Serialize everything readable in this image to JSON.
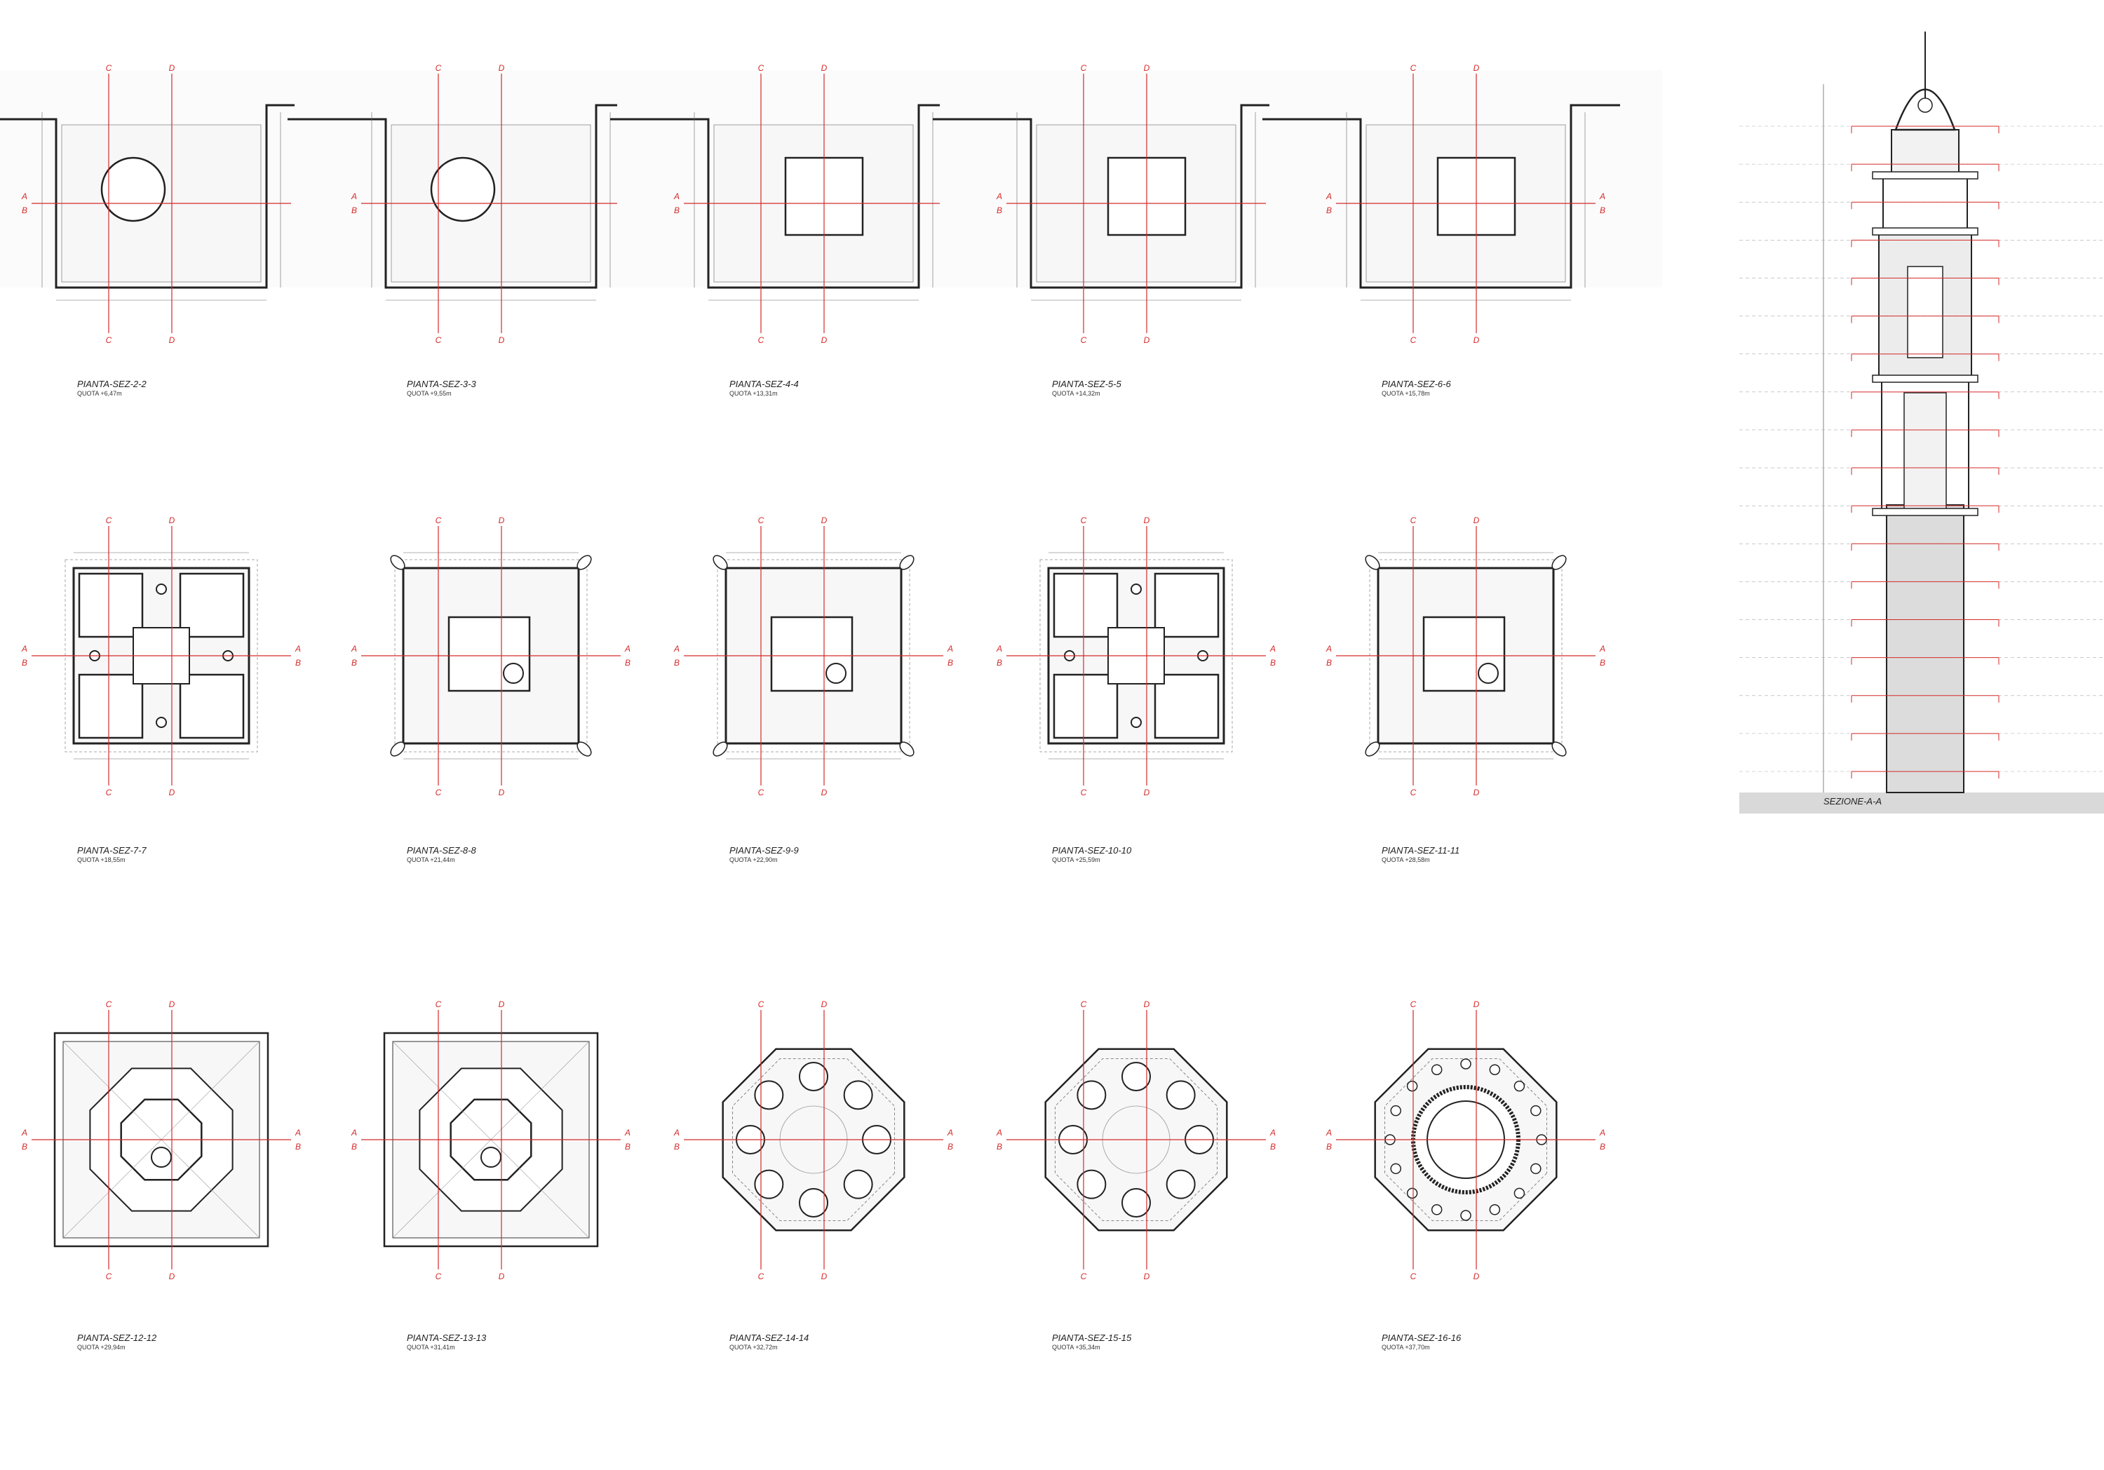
{
  "section_markers": {
    "a": "A",
    "b": "B",
    "c": "C",
    "d": "D"
  },
  "colors": {
    "section_line": "#d42a2a",
    "wall": "#222222",
    "fill": "#f7f7f7",
    "ground": "#d9d9d9"
  },
  "plans": [
    {
      "title": "PIANTA-SEZ-2-2",
      "quota": "QUOTA +6,47m",
      "shape": "roomcircle",
      "row": 0,
      "col": 0
    },
    {
      "title": "PIANTA-SEZ-3-3",
      "quota": "QUOTA +9,55m",
      "shape": "roomcircle",
      "row": 0,
      "col": 1
    },
    {
      "title": "PIANTA-SEZ-4-4",
      "quota": "QUOTA +13,31m",
      "shape": "roomsquare",
      "row": 0,
      "col": 2
    },
    {
      "title": "PIANTA-SEZ-5-5",
      "quota": "QUOTA +14,32m",
      "shape": "roomsquare",
      "row": 0,
      "col": 3
    },
    {
      "title": "PIANTA-SEZ-6-6",
      "quota": "QUOTA +15,78m",
      "shape": "roomsquare",
      "row": 0,
      "col": 4
    },
    {
      "title": "PIANTA-SEZ-7-7",
      "quota": "QUOTA +18,55m",
      "shape": "cross",
      "row": 1,
      "col": 0
    },
    {
      "title": "PIANTA-SEZ-8-8",
      "quota": "QUOTA +21,44m",
      "shape": "square",
      "row": 1,
      "col": 1
    },
    {
      "title": "PIANTA-SEZ-9-9",
      "quota": "QUOTA +22,90m",
      "shape": "square",
      "row": 1,
      "col": 2
    },
    {
      "title": "PIANTA-SEZ-10-10",
      "quota": "QUOTA +25,59m",
      "shape": "cross",
      "row": 1,
      "col": 3
    },
    {
      "title": "PIANTA-SEZ-11-11",
      "quota": "QUOTA +28,58m",
      "shape": "square",
      "row": 1,
      "col": 4
    },
    {
      "title": "PIANTA-SEZ-12-12",
      "quota": "QUOTA +29,94m",
      "shape": "octsquare",
      "row": 2,
      "col": 0
    },
    {
      "title": "PIANTA-SEZ-13-13",
      "quota": "QUOTA +31,41m",
      "shape": "octsquare",
      "row": 2,
      "col": 1
    },
    {
      "title": "PIANTA-SEZ-14-14",
      "quota": "QUOTA +32,72m",
      "shape": "octagon",
      "row": 2,
      "col": 2
    },
    {
      "title": "PIANTA-SEZ-15-15",
      "quota": "QUOTA +35,34m",
      "shape": "octagon",
      "row": 2,
      "col": 3
    },
    {
      "title": "PIANTA-SEZ-16-16",
      "quota": "QUOTA +37,70m",
      "shape": "octround",
      "row": 2,
      "col": 4
    }
  ],
  "section": {
    "title": "SEZIONE-A-A",
    "level_marks": 18
  }
}
